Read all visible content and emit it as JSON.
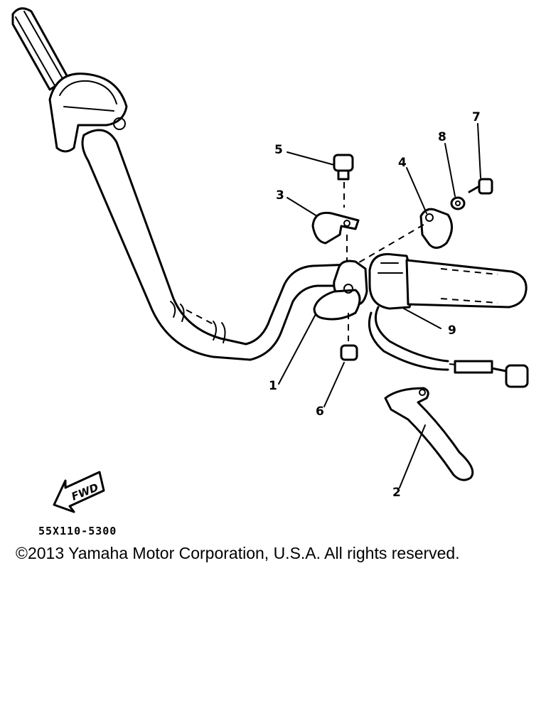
{
  "callouts": [
    {
      "id": "1",
      "label": "1"
    },
    {
      "id": "2",
      "label": "2"
    },
    {
      "id": "3",
      "label": "3"
    },
    {
      "id": "4",
      "label": "4"
    },
    {
      "id": "5",
      "label": "5"
    },
    {
      "id": "6",
      "label": "6"
    },
    {
      "id": "7",
      "label": "7"
    },
    {
      "id": "8",
      "label": "8"
    },
    {
      "id": "9",
      "label": "9"
    }
  ],
  "fwd_arrow": "FWD",
  "reference_code": "55X110-5300",
  "copyright": "©2013 Yamaha Motor Corporation, U.S.A. All rights reserved."
}
